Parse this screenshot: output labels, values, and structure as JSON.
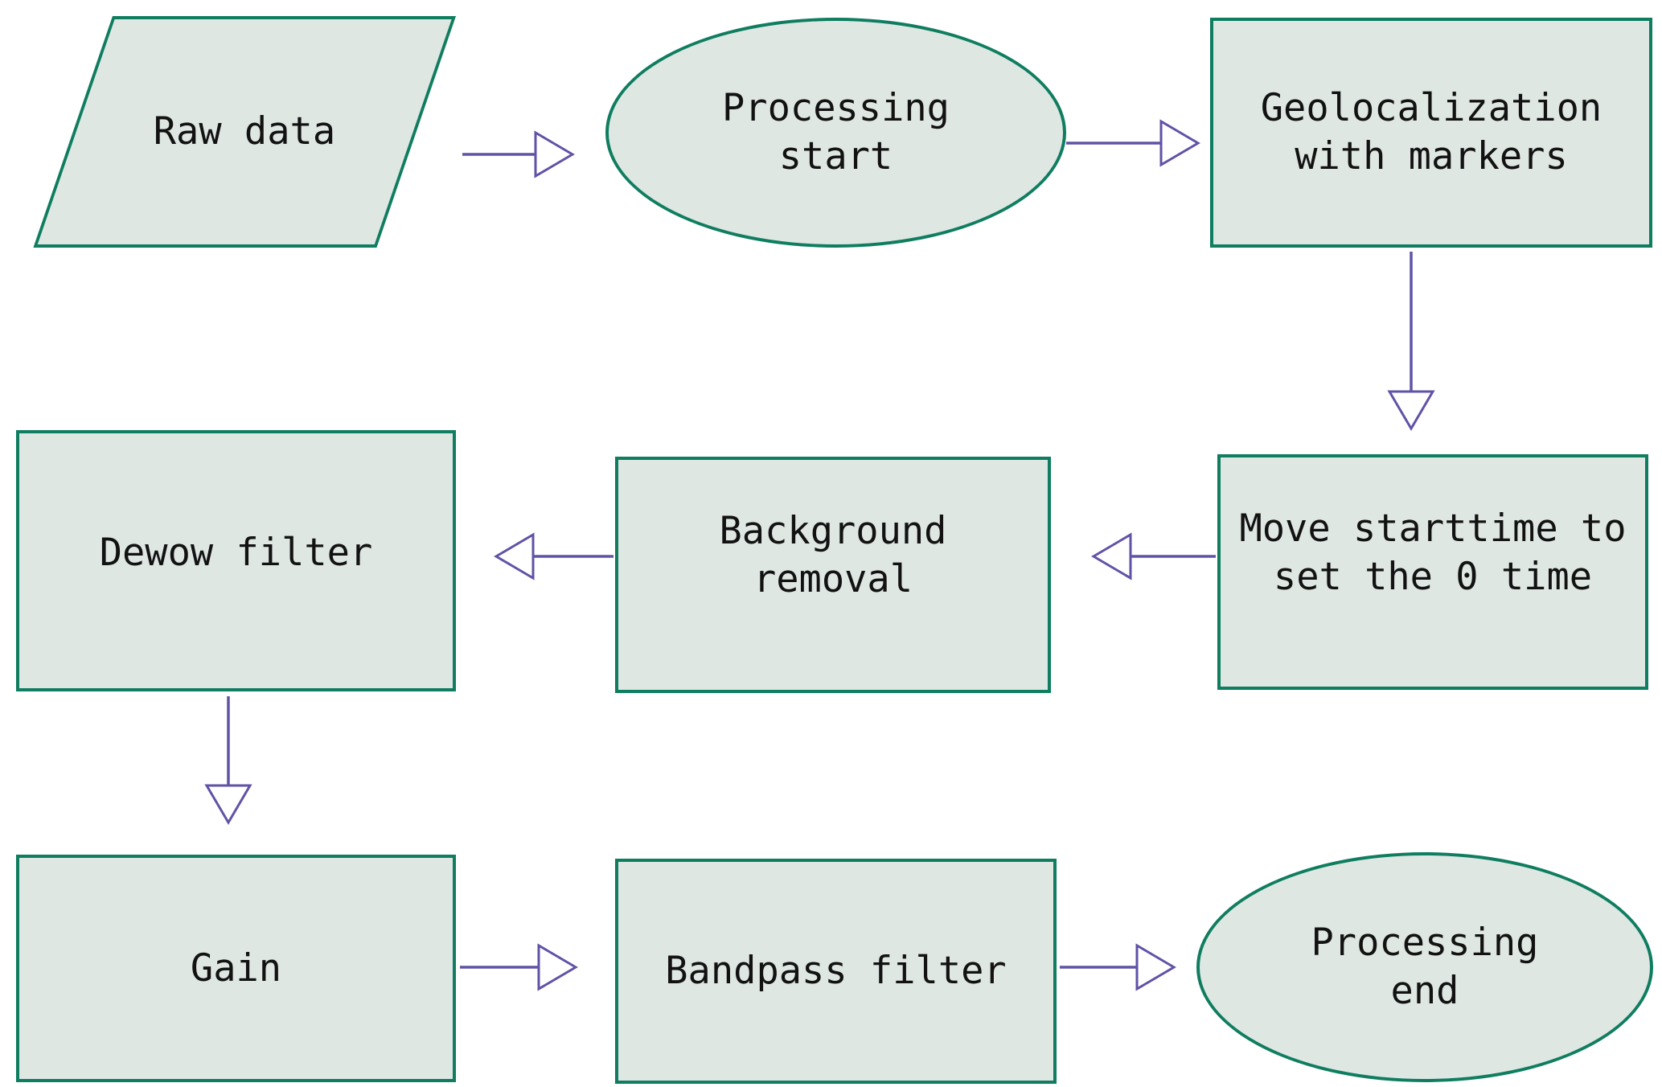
{
  "colors": {
    "background": "#ffffff",
    "node_fill": "#dfe7e3",
    "node_border": "#0f7d5f",
    "arrow": "#5f53a6",
    "text": "#121212"
  },
  "nodes": {
    "raw_data": {
      "label": "Raw data",
      "shape": "parallelogram",
      "role": "data-input"
    },
    "processing_start": {
      "label": "Processing\nstart",
      "shape": "ellipse",
      "role": "terminator"
    },
    "geolocalization": {
      "label": "Geolocalization\nwith markers",
      "shape": "rectangle",
      "role": "process"
    },
    "move_starttime": {
      "label": "Move starttime to\nset the 0 time",
      "shape": "rectangle",
      "role": "process"
    },
    "background_removal": {
      "label": "Background\nremoval",
      "shape": "rectangle",
      "role": "process"
    },
    "dewow_filter": {
      "label": "Dewow filter",
      "shape": "rectangle",
      "role": "process"
    },
    "gain": {
      "label": "Gain",
      "shape": "rectangle",
      "role": "process"
    },
    "bandpass_filter": {
      "label": "Bandpass filter",
      "shape": "rectangle",
      "role": "process"
    },
    "processing_end": {
      "label": "Processing\nend",
      "shape": "ellipse",
      "role": "terminator"
    }
  },
  "edges": [
    {
      "from": "raw_data",
      "to": "processing_start",
      "direction": "right"
    },
    {
      "from": "processing_start",
      "to": "geolocalization",
      "direction": "right"
    },
    {
      "from": "geolocalization",
      "to": "move_starttime",
      "direction": "down"
    },
    {
      "from": "move_starttime",
      "to": "background_removal",
      "direction": "left"
    },
    {
      "from": "background_removal",
      "to": "dewow_filter",
      "direction": "left"
    },
    {
      "from": "dewow_filter",
      "to": "gain",
      "direction": "down"
    },
    {
      "from": "gain",
      "to": "bandpass_filter",
      "direction": "right"
    },
    {
      "from": "bandpass_filter",
      "to": "processing_end",
      "direction": "right"
    }
  ]
}
